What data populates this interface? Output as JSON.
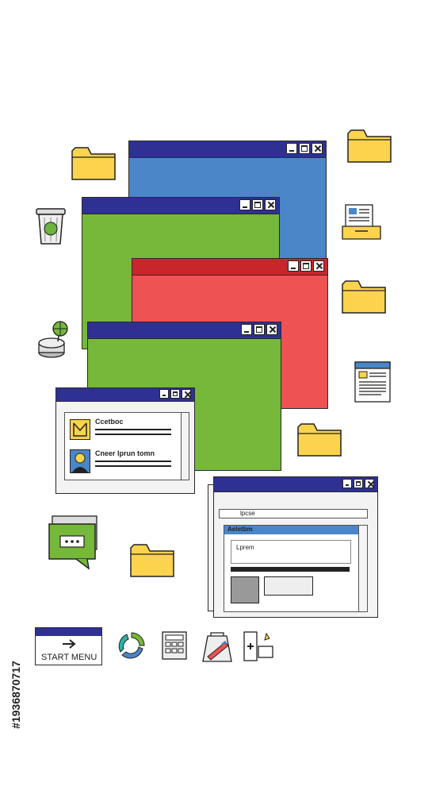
{
  "card_small": {
    "name1": "Ccetboc",
    "name2": "Cneer lprun tomn"
  },
  "browser": {
    "address": "lpcse",
    "heading": "Aeletbm",
    "field": "Lprem"
  },
  "start_menu": {
    "label": "START MENU"
  },
  "stock_id": "#1936870717",
  "colors": {
    "title": "#2e3192",
    "blue": "#4a86c8",
    "green": "#76b83a",
    "red": "#ee5252",
    "folder": "#fcd34d"
  }
}
